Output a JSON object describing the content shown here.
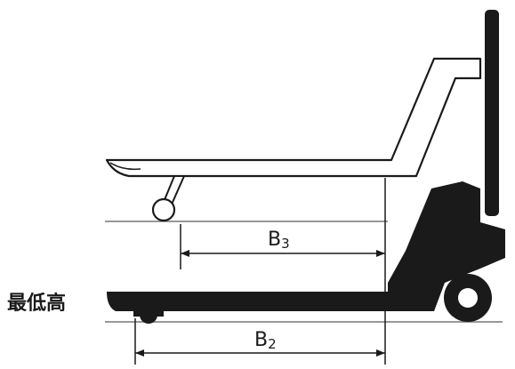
{
  "labels": {
    "lowest_height": "最低高",
    "b3": "B",
    "b3_sub": "3",
    "b2": "B",
    "b2_sub": "2"
  },
  "colors": {
    "ink": "#1a1a1a",
    "paper": "#ffffff",
    "guide": "#555555"
  }
}
